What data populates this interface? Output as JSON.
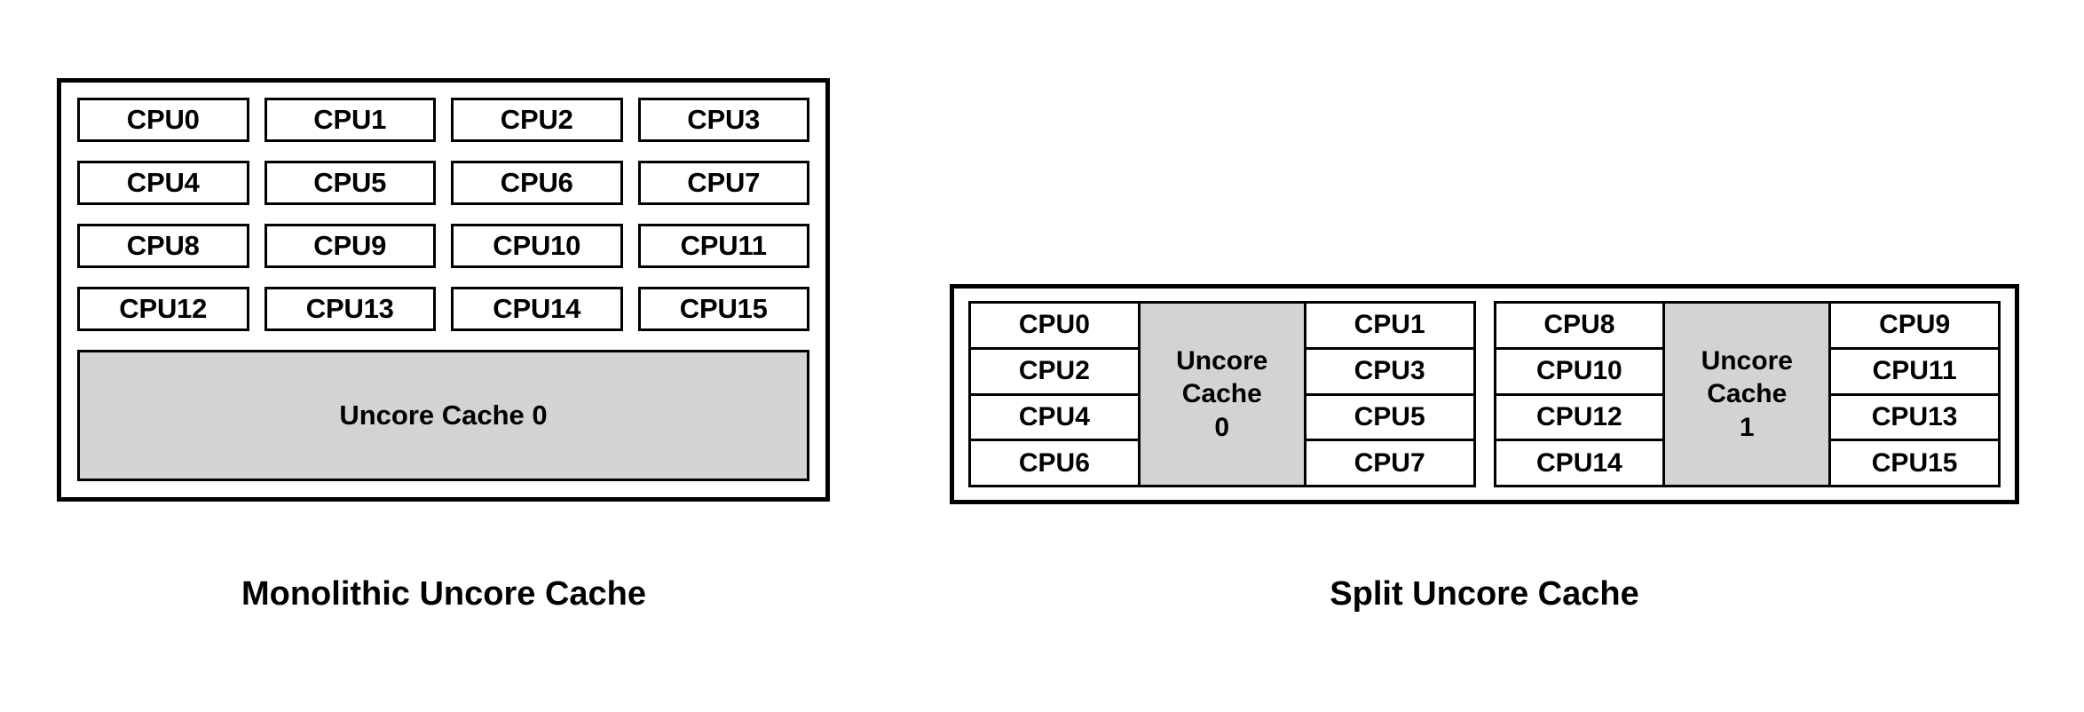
{
  "figures": {
    "monolithic": {
      "caption": "Monolithic Uncore Cache",
      "cpus": [
        "CPU0",
        "CPU1",
        "CPU2",
        "CPU3",
        "CPU4",
        "CPU5",
        "CPU6",
        "CPU7",
        "CPU8",
        "CPU9",
        "CPU10",
        "CPU11",
        "CPU12",
        "CPU13",
        "CPU14",
        "CPU15"
      ],
      "cache_label": "Uncore Cache 0"
    },
    "split": {
      "caption": "Split Uncore Cache",
      "clusters": [
        {
          "left_cpus": [
            "CPU0",
            "CPU2",
            "CPU4",
            "CPU6"
          ],
          "cache_lines": [
            "Uncore",
            "Cache",
            "0"
          ],
          "right_cpus": [
            "CPU1",
            "CPU3",
            "CPU5",
            "CPU7"
          ]
        },
        {
          "left_cpus": [
            "CPU8",
            "CPU10",
            "CPU12",
            "CPU14"
          ],
          "cache_lines": [
            "Uncore",
            "Cache",
            "1"
          ],
          "right_cpus": [
            "CPU9",
            "CPU11",
            "CPU13",
            "CPU15"
          ]
        }
      ]
    }
  },
  "colors": {
    "cache_fill": "#d3d3d3",
    "border": "#000000",
    "cpu_fill": "#ffffff",
    "background": "#ffffff"
  }
}
